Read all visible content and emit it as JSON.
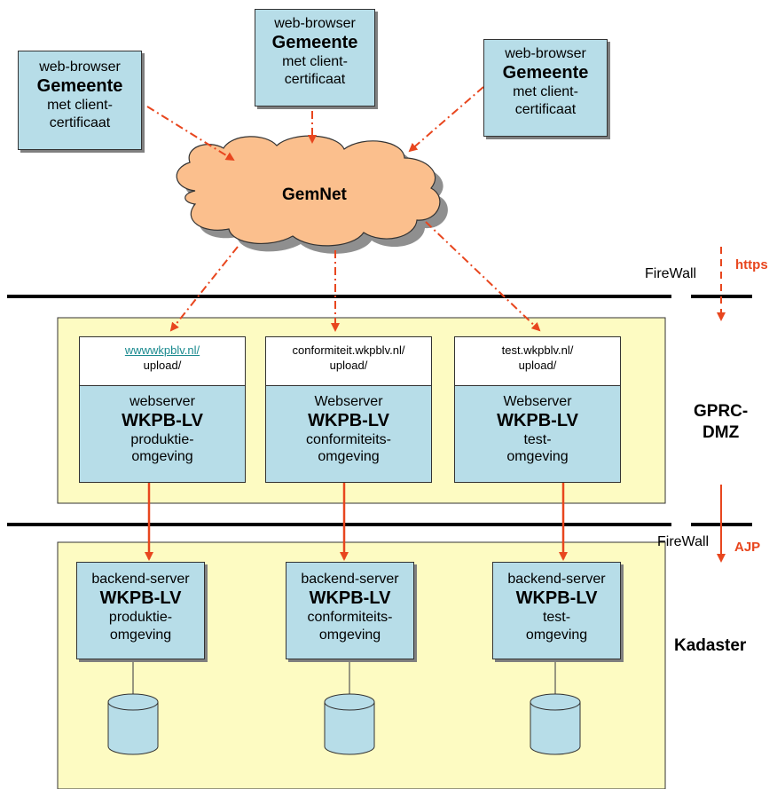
{
  "browsers": [
    {
      "line1": "web-browser",
      "line2": "Gemeente",
      "line3": "met client-",
      "line4": "certificaat"
    },
    {
      "line1": "web-browser",
      "line2": "Gemeente",
      "line3": "met client-",
      "line4": "certificaat"
    },
    {
      "line1": "web-browser",
      "line2": "Gemeente",
      "line3": "met client-",
      "line4": "certificaat"
    }
  ],
  "cloud": {
    "label": "GemNet",
    "color": "#fbbf8d"
  },
  "firewalls": [
    {
      "label": "FireWall",
      "protocol": "https"
    },
    {
      "label": "FireWall",
      "protocol": "AJP"
    }
  ],
  "zones": {
    "dmz": {
      "line1": "GPRC-",
      "line2": "DMZ"
    },
    "kadaster": {
      "label": "Kadaster"
    }
  },
  "webservers": [
    {
      "url1": "wwwwkpblv.nl/",
      "url2": "upload/",
      "line1": "webserver",
      "line2": "WKPB-LV",
      "line3": "produktie-",
      "line4": "omgeving"
    },
    {
      "url1": "conformiteit.wkpblv.nl/",
      "url2": "upload/",
      "line1": "Webserver",
      "line2": "WKPB-LV",
      "line3": "conformiteits-",
      "line4": "omgeving"
    },
    {
      "url1": "test.wkpblv.nl/",
      "url2": "upload/",
      "line1": "Webserver",
      "line2": "WKPB-LV",
      "line3": "test-",
      "line4": "omgeving"
    }
  ],
  "backends": [
    {
      "line1": "backend-server",
      "line2": "WKPB-LV",
      "line3": "produktie-",
      "line4": "omgeving"
    },
    {
      "line1": "backend-server",
      "line2": "WKPB-LV",
      "line3": "conformiteits-",
      "line4": "omgeving"
    },
    {
      "line1": "backend-server",
      "line2": "WKPB-LV",
      "line3": "test-",
      "line4": "omgeving"
    }
  ],
  "colors": {
    "box_fill": "#b7dde8",
    "zone_fill": "#fdfbc2",
    "arrow": "#e8461e",
    "cloud": "#fbbf8d"
  }
}
